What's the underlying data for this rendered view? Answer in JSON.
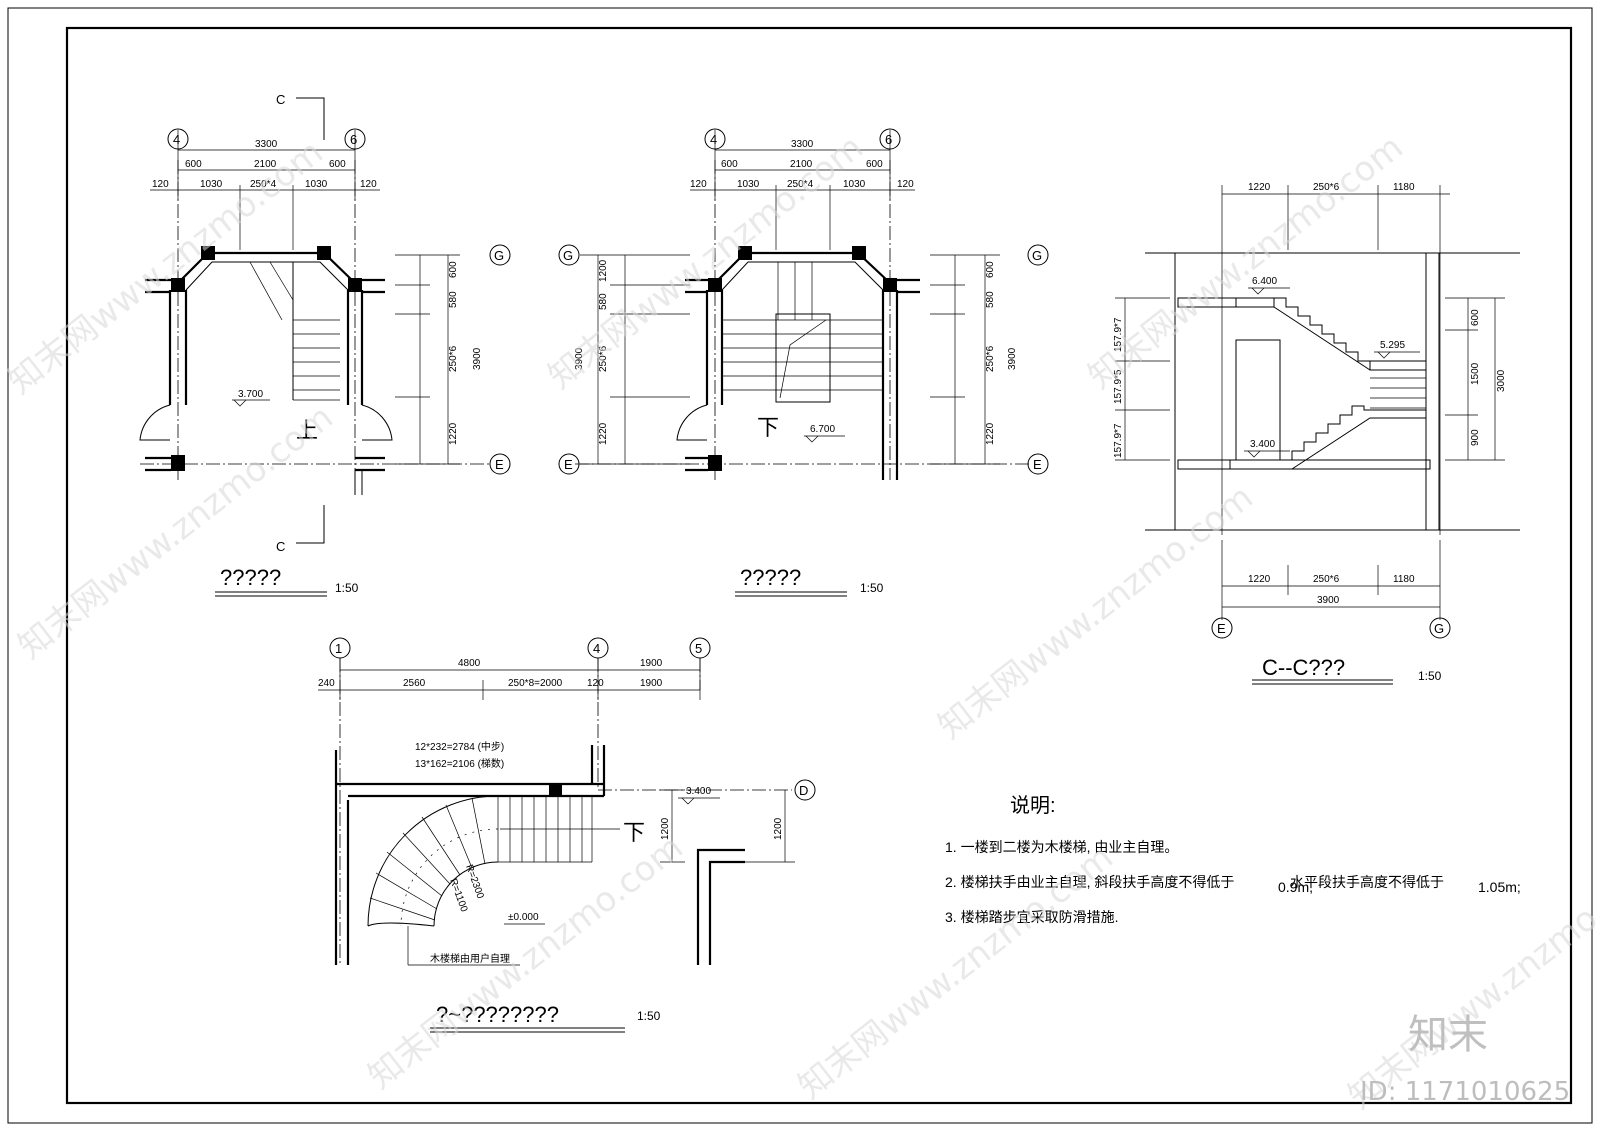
{
  "plan_left": {
    "section_mark": "C",
    "axis_left": "4",
    "axis_right": "6",
    "axis_top": "G",
    "axis_bottom": "E",
    "dims_top": {
      "total": "3300",
      "row2": [
        "600",
        "2100",
        "600"
      ],
      "row3": [
        "120",
        "1030",
        "250*4",
        "1030",
        "120"
      ]
    },
    "dims_right": [
      "600",
      "580",
      "250*6",
      "1220"
    ],
    "dim_right_total": "3900",
    "elevation": "3.700",
    "direction_label": "上",
    "title": "?????",
    "scale": "1:50"
  },
  "plan_middle": {
    "axis_left": "4",
    "axis_right": "6",
    "axis_top": "G",
    "axis_bottom": "E",
    "dims_top": {
      "total": "3300",
      "row2": [
        "600",
        "2100",
        "600"
      ],
      "row3": [
        "120",
        "1030",
        "250*4",
        "1030",
        "120"
      ]
    },
    "dims_left": [
      "1200",
      "580",
      "250*6",
      "1220"
    ],
    "dim_left_total": "3900",
    "dims_right": [
      "600",
      "580",
      "250*6",
      "1220"
    ],
    "dim_right_total": "3900",
    "elevation": "6.700",
    "direction_label": "下",
    "title": "?????",
    "scale": "1:50"
  },
  "section_cc": {
    "dims_top": [
      "1220",
      "250*6",
      "1180"
    ],
    "dims_bottom": [
      "1220",
      "250*6",
      "1180"
    ],
    "dim_bottom_total": "3900",
    "dims_left": [
      "157.9*7",
      "157.9*5",
      "157.9*7"
    ],
    "dims_right": [
      "600",
      "1500",
      "900"
    ],
    "dim_right_total": "3000",
    "elevations": [
      "6.400",
      "5.295",
      "3.400"
    ],
    "axis_left": "E",
    "axis_right": "G",
    "title": "C--C???",
    "scale": "1:50"
  },
  "plan_ground": {
    "axes": [
      "1",
      "4",
      "5"
    ],
    "axis_d": "D",
    "dims_top": {
      "row1": [
        "4800",
        "1900"
      ],
      "row2": [
        "240",
        "2560",
        "250*8=2000",
        "120",
        "1900"
      ]
    },
    "notes": [
      "12*232=2784 (中步)",
      "13*162=2106 (梯数)"
    ],
    "radius_outer": "R=2300",
    "radius_inner": "R=1100",
    "elevation_1": "3.400",
    "elevation_0": "±0.000",
    "direction_label": "下",
    "dim_1200_a": "1200",
    "dim_1200_b": "1200",
    "wood_note": "木楼梯由用户自理",
    "title": "?~????????",
    "scale": "1:50"
  },
  "notes": {
    "heading": "说明:",
    "items": [
      "1. 一楼到二楼为木楼梯, 由业主自理。",
      "2. 楼梯扶手由业主自理, 斜段扶手高度不得低于",
      "0.9m,",
      "水平段扶手高度不得低于",
      "1.05m;",
      "3. 楼梯踏步宜采取防滑措施."
    ]
  },
  "watermark": {
    "text": "知末网www.znzmo.com",
    "logo": "知末",
    "id": "ID: 1171010625"
  }
}
